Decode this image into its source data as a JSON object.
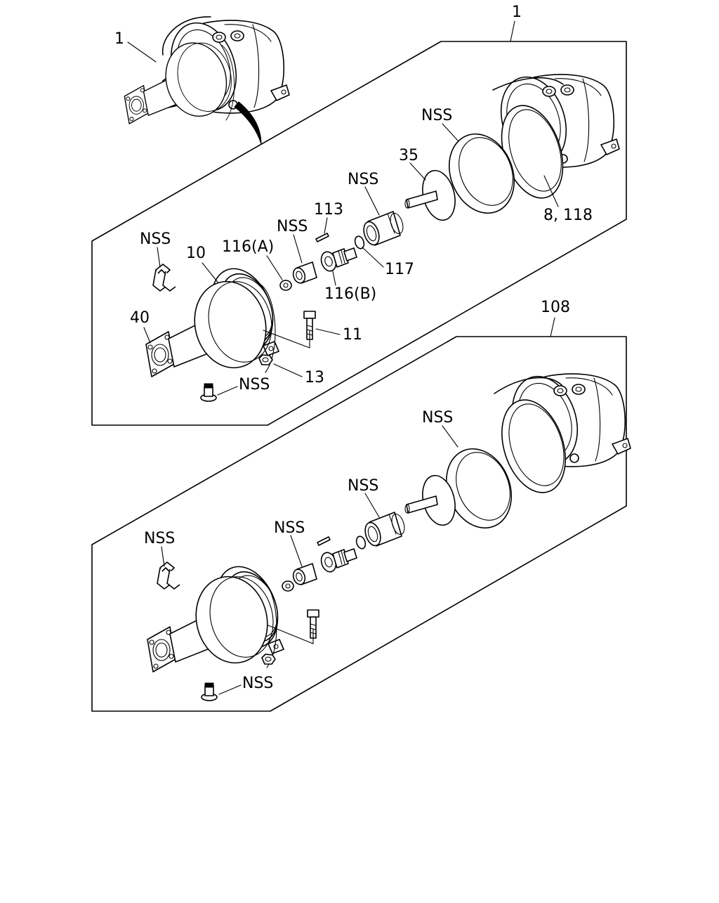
{
  "labels": {
    "overview_part": "1",
    "kit1_part": "1",
    "kit2_part": "108",
    "kit1": {
      "nss_ring": "NSS",
      "p35": "35",
      "p8_118": "8, 118",
      "nss_boot": "NSS",
      "p113": "113",
      "nss_bush": "NSS",
      "p117": "117",
      "p116a": "116(A)",
      "p116b": "116(B)",
      "p10": "10",
      "nss_clip": "NSS",
      "p40": "40",
      "p11": "11",
      "p13": "13",
      "nss_bolt": "NSS"
    },
    "kit2": {
      "nss_ring": "NSS",
      "nss_boot": "NSS",
      "nss_bush": "NSS",
      "nss_clip": "NSS",
      "nss_bolt": "NSS"
    }
  }
}
